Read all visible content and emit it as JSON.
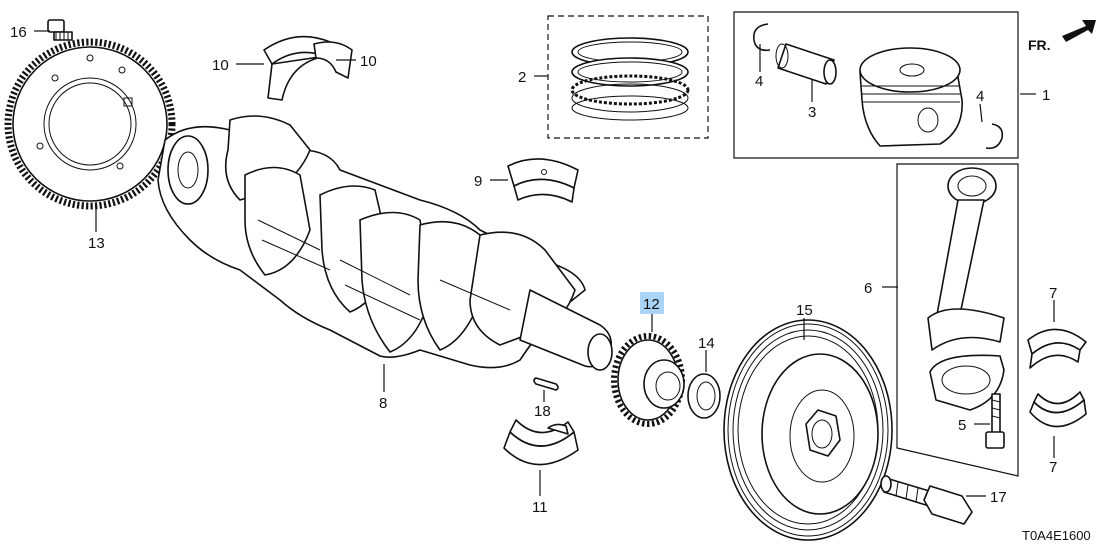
{
  "callouts": {
    "c1": "1",
    "c2": "2",
    "c3": "3",
    "c4a": "4",
    "c4b": "4",
    "c5": "5",
    "c6": "6",
    "c7a": "7",
    "c7b": "7",
    "c8": "8",
    "c9": "9",
    "c10a": "10",
    "c10b": "10",
    "c11": "11",
    "c12": "12",
    "c13": "13",
    "c14": "14",
    "c15": "15",
    "c16": "16",
    "c17": "17",
    "c18": "18"
  },
  "direction_label": "FR.",
  "diagram_code": "T0A4E1600",
  "highlight_color": "#a9d4f5"
}
